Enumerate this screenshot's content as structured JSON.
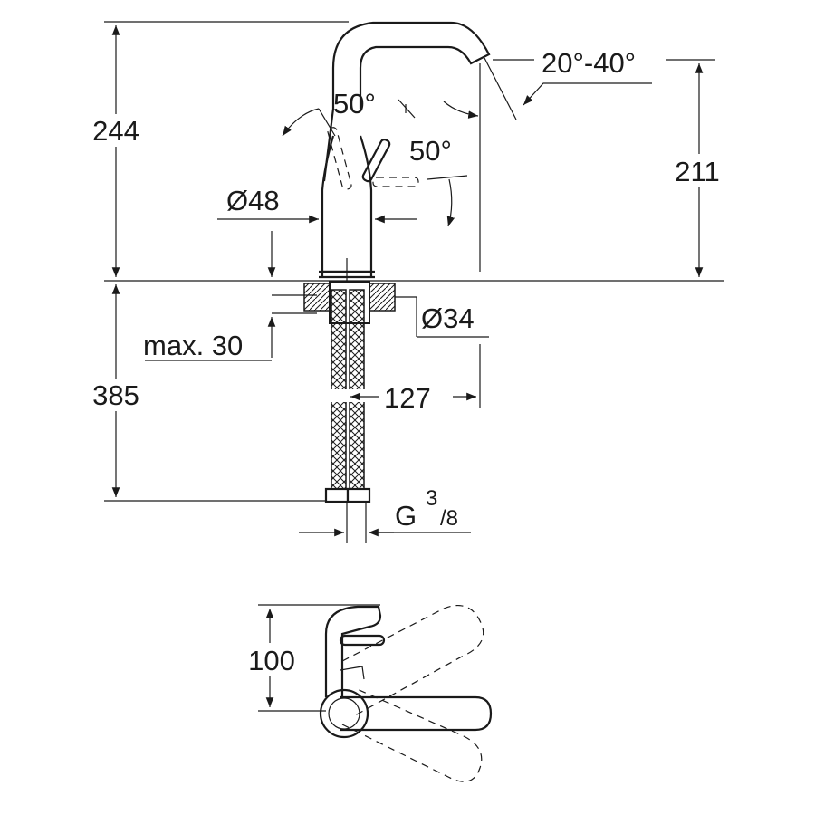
{
  "dimensions": {
    "height_above_deck": "244",
    "spout_height": "211",
    "spout_swivel_angle": "20°-40°",
    "lever_angle_upper": "50°",
    "lever_angle_side": "50°",
    "body_diameter": "Ø48",
    "hole_diameter": "Ø34",
    "max_deck_thickness": "max. 30",
    "hose_length": "385",
    "spout_reach": "127",
    "connection_thread": "G",
    "connection_thread_sup": "3",
    "connection_thread_sub": "/8",
    "top_view_depth": "100"
  },
  "colors": {
    "line": "#1a1a1a",
    "background": "#ffffff"
  }
}
